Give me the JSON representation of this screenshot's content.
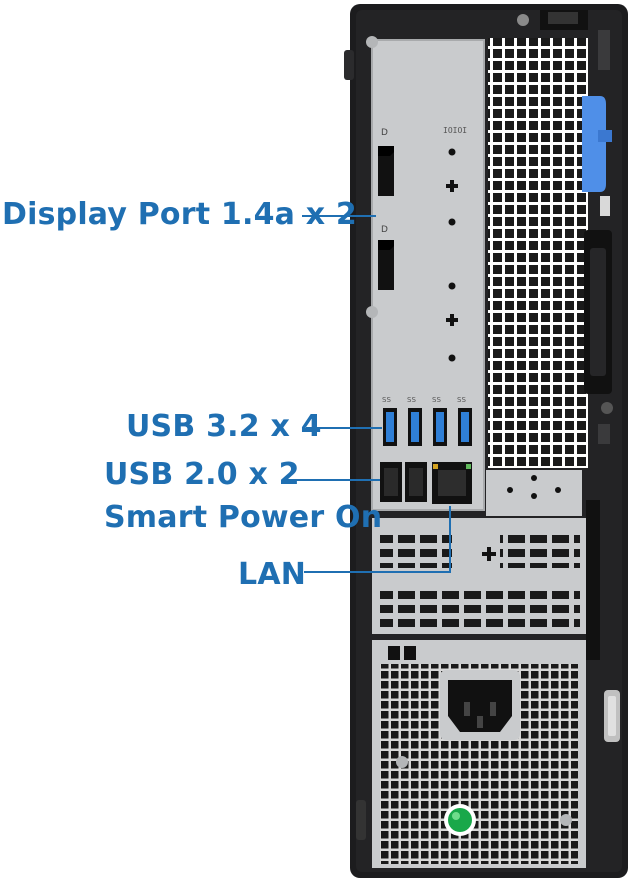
{
  "labels": {
    "display_port": "Display Port 1.4a x 2",
    "usb32": "USB 3.2 x 4",
    "usb20": "USB 2.0 x 2",
    "smart_power": "Smart Power On",
    "lan": "LAN"
  },
  "colors": {
    "label_blue": "#1f6fb2",
    "chassis_black": "#1c1c1e",
    "panel_silver": "#c9cbcd",
    "usb3_blue": "#2f7fd6",
    "latch_blue": "#4f8fe8",
    "power_led": "#19a84a"
  }
}
